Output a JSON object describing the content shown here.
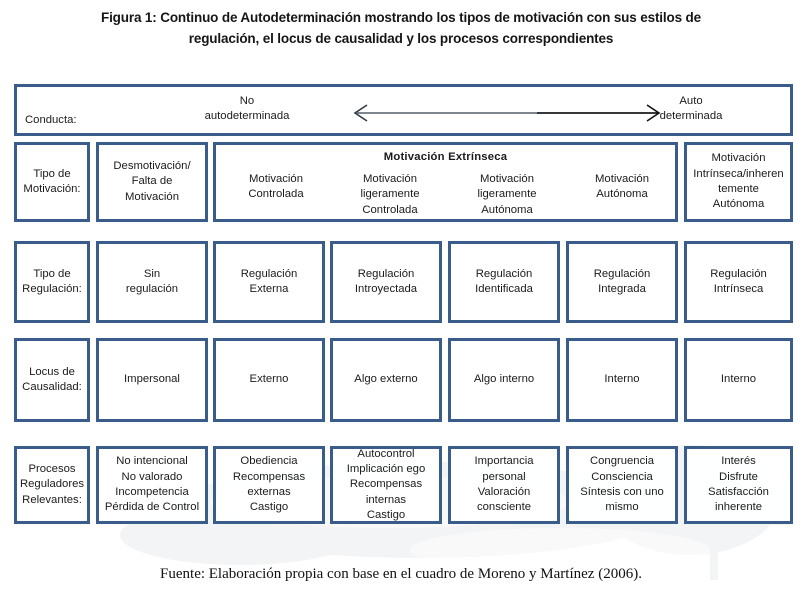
{
  "figure": {
    "title": "Figura 1: Continuo de Autodeterminación mostrando los tipos de motivación con sus estilos de regulación, el locus de causalidad y los procesos correspondientes",
    "source": "Fuente: Elaboración propia con base en el cuadro de Moreno y Martínez (2006).",
    "border_color": "#3a5c8a",
    "text_color": "#1b1b1b"
  },
  "rows": {
    "conducta": {
      "label": "Conducta:",
      "left_text": "No\nautodeterminada",
      "left_line1": "No",
      "left_line2": "autodeterminada",
      "right_line1": "Auto",
      "right_line2": "determinada",
      "arrow": "double-headed-arrow"
    },
    "tipo_motivacion": {
      "label_line1": "Tipo de",
      "label_line2": "Motivación:",
      "first_cell": "Desmotivación/\nFalta de\nMotivación",
      "extrinsic_header": "Motivación          Extrínseca",
      "extrinsic_cells": [
        "Motivación\nControlada",
        "Motivación\nligeramente\nControlada",
        "Motivación\nligeramente\nAutónoma",
        "Motivación\nAutónoma"
      ],
      "last_cell": "Motivación\nIntrínseca/inheren\ntemente\nAutónoma"
    },
    "tipo_regulacion": {
      "label_line1": "Tipo de",
      "label_line2": "Regulación:",
      "cells": [
        "Sin\nregulación",
        "Regulación\nExterna",
        "Regulación\nIntroyectada",
        "Regulación\nIdentificada",
        "Regulación\nIntegrada",
        "Regulación\nIntrínseca"
      ]
    },
    "locus_causalidad": {
      "label_line1": "Locus de",
      "label_line2": "Causalidad:",
      "cells": [
        "Impersonal",
        "Externo",
        "Algo externo",
        "Algo interno",
        "Interno",
        "Interno"
      ]
    },
    "procesos": {
      "label_line1": "Procesos",
      "label_line2": "Reguladores",
      "label_line3": "Relevantes:",
      "cells": [
        "No intencional\nNo valorado\nIncompetencia\nPérdida de Control",
        "Obediencia\nRecompensas\nexternas\nCastigo",
        "Autocontrol\nImplicación ego\nRecompensas\ninternas\nCastigo",
        "Importancia\npersonal\nValoración\nconsciente",
        "Congruencia\nConsciencia\nSíntesis con uno\nmismo",
        "Interés\nDisfrute\nSatisfacción\ninherente"
      ]
    }
  }
}
